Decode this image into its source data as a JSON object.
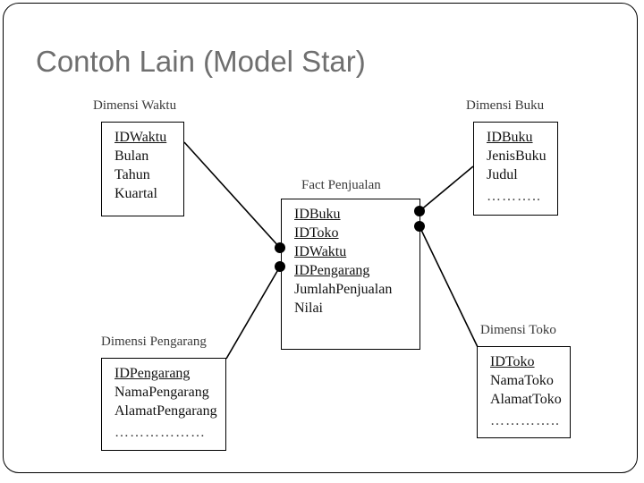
{
  "slide": {
    "title": "Contoh Lain (Model Star)",
    "title_color": "#6f6f6f",
    "background_color": "#ffffff",
    "line_color": "#000000"
  },
  "entities": {
    "dim_waktu": {
      "caption": "Dimensi Waktu",
      "fields": [
        "IDWaktu",
        "Bulan",
        "Tahun",
        "Kuartal"
      ]
    },
    "dim_buku": {
      "caption": "Dimensi Buku",
      "fields": [
        "IDBuku",
        "JenisBuku",
        "Judul",
        "……….."
      ]
    },
    "fact_penjualan": {
      "caption": "Fact Penjualan",
      "fields": [
        "IDBuku",
        "IDToko",
        "IDWaktu",
        "IDPengarang",
        "JumlahPenjualan",
        "Nilai"
      ]
    },
    "dim_pengarang": {
      "caption": "Dimensi Pengarang",
      "fields": [
        "IDPengarang",
        "NamaPengarang",
        "AlamatPengarang",
        "………………"
      ]
    },
    "dim_toko": {
      "caption": "Dimensi Toko",
      "fields": [
        "IDToko",
        "NamaToko",
        "AlamatToko",
        "………….."
      ]
    }
  }
}
